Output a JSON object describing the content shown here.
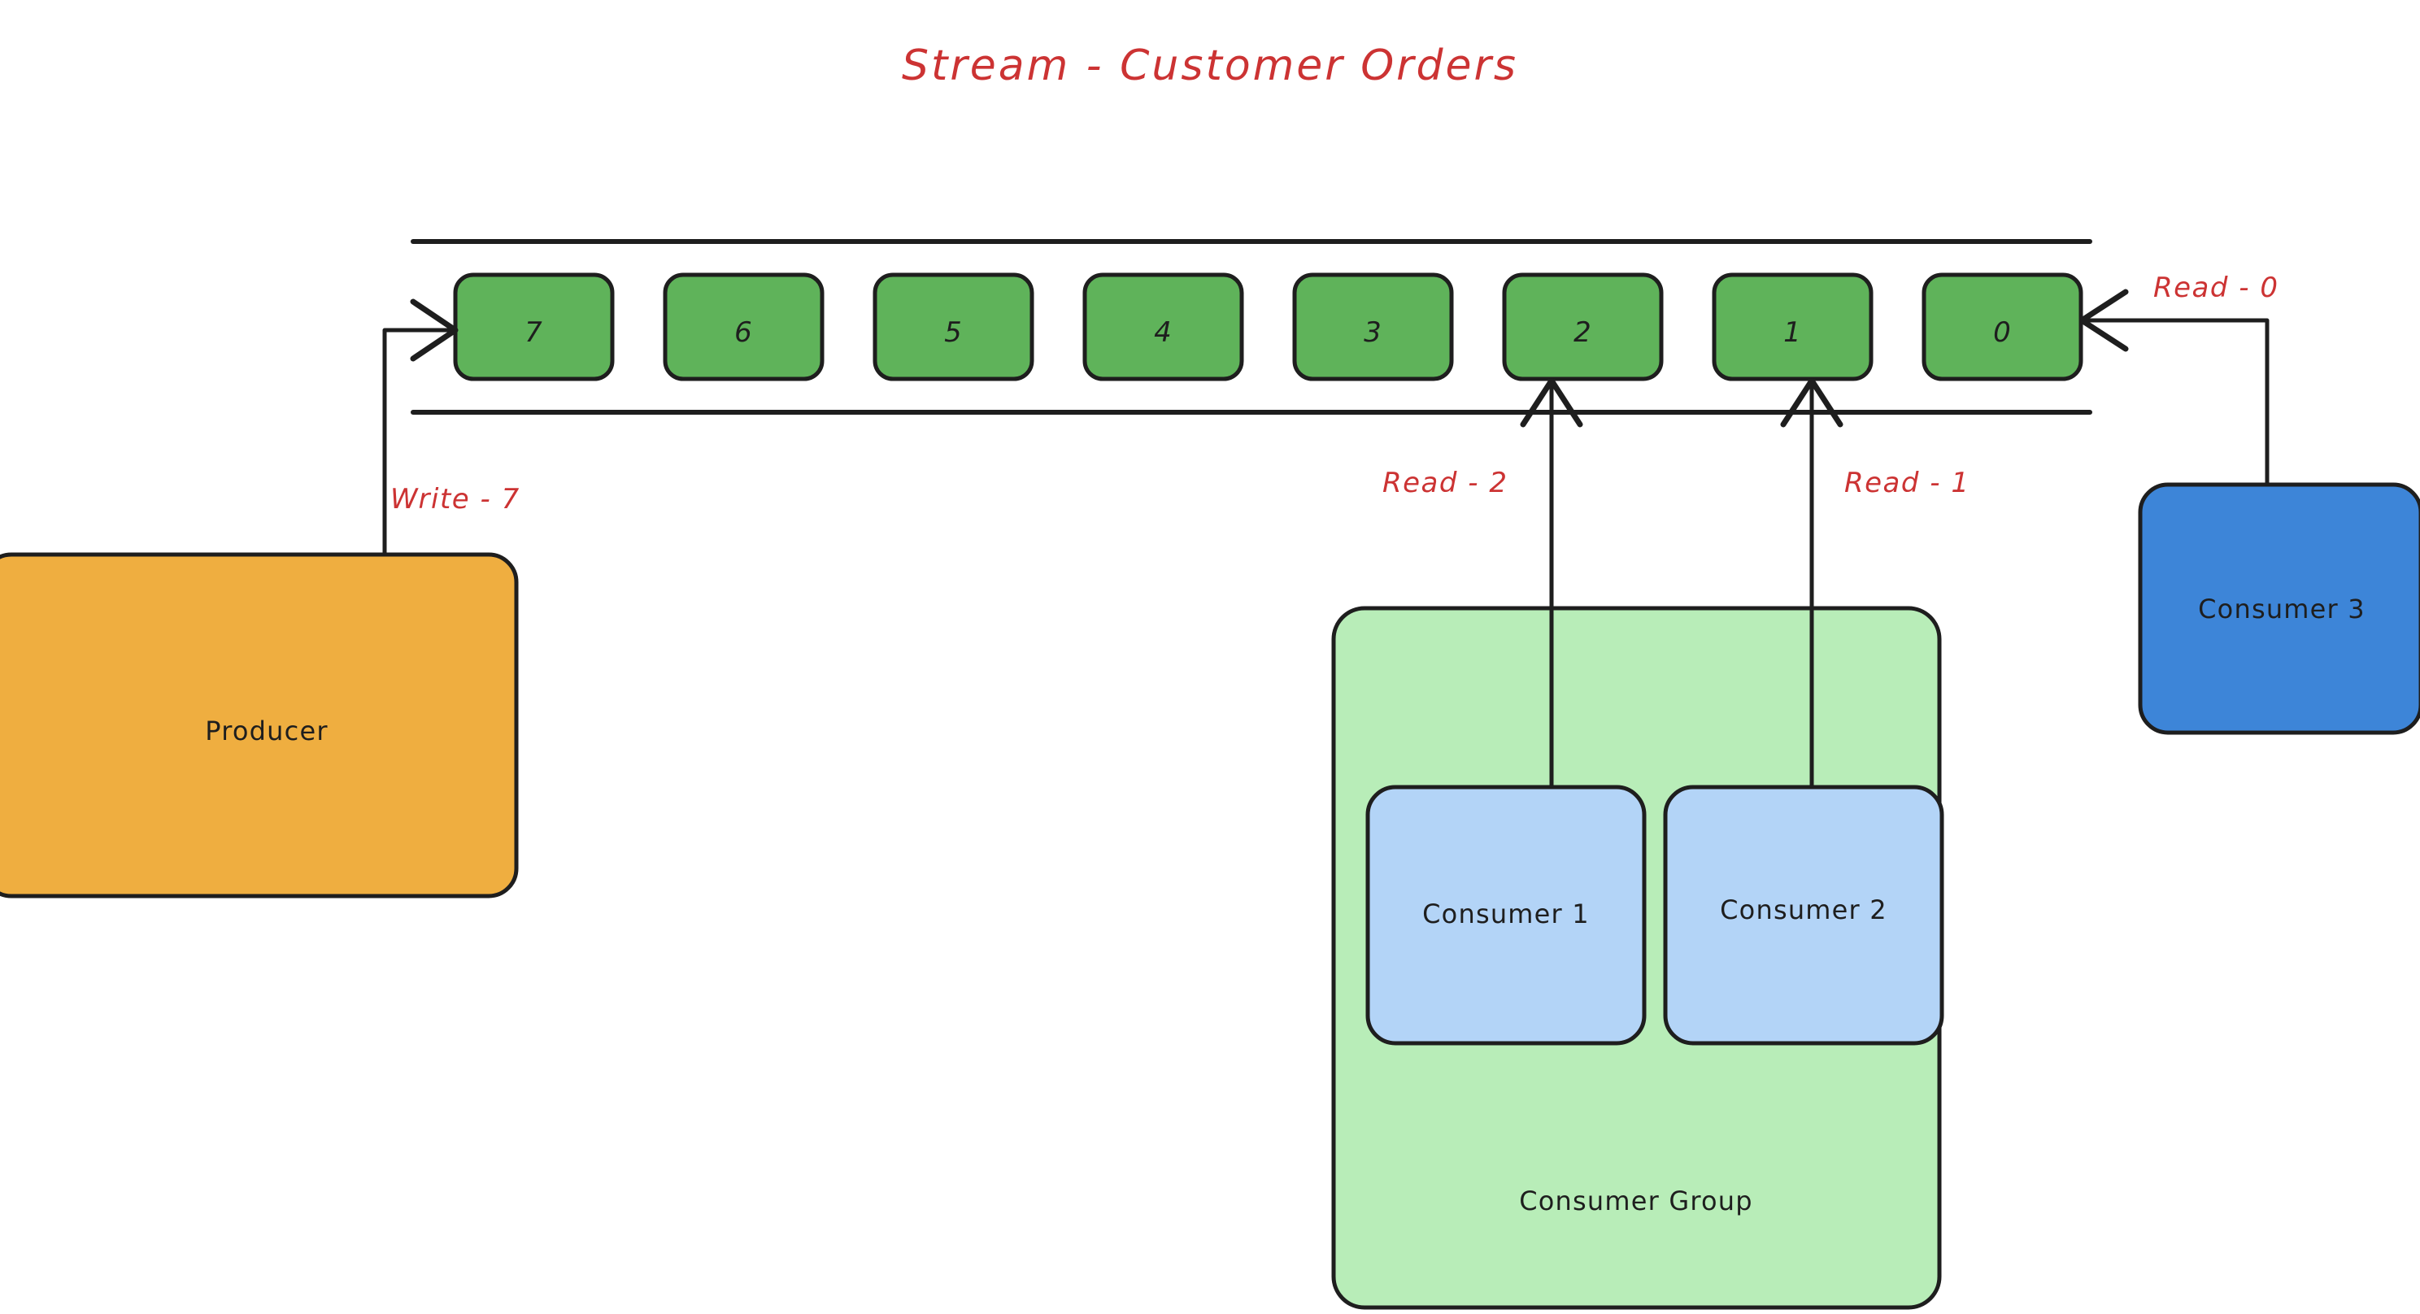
{
  "diagram": {
    "title": "Stream - Customer Orders",
    "title_color": "#cc3333",
    "background": "#ffffff",
    "stroke_color": "#1e1e1e"
  },
  "stream": {
    "name": "stream-rail",
    "cells": [
      {
        "label": "7"
      },
      {
        "label": "6"
      },
      {
        "label": "5"
      },
      {
        "label": "4"
      },
      {
        "label": "3"
      },
      {
        "label": "2"
      },
      {
        "label": "1"
      },
      {
        "label": "0"
      }
    ],
    "cell_fill": "#5FB35A",
    "cell_stroke": "#1e1e1e"
  },
  "nodes": {
    "producer": {
      "label": "Producer",
      "fill": "#EFAE40"
    },
    "consumer_group": {
      "label": "Consumer Group",
      "fill": "#B8EDB8"
    },
    "consumer1": {
      "label": "Consumer 1",
      "fill": "#B3D4F7"
    },
    "consumer2": {
      "label": "Consumer 2",
      "fill": "#B3D4F7"
    },
    "consumer3": {
      "label": "Consumer 3",
      "fill": "#3D85D8"
    }
  },
  "edges": [
    {
      "name": "write-edge",
      "label": "Write - 7",
      "from": "producer",
      "to": "cell-7"
    },
    {
      "name": "read2-edge",
      "label": "Read - 2",
      "from": "consumer1",
      "to": "cell-2"
    },
    {
      "name": "read1-edge",
      "label": "Read - 1",
      "from": "consumer2",
      "to": "cell-1"
    },
    {
      "name": "read0-edge",
      "label": "Read - 0",
      "from": "consumer3",
      "to": "cell-0"
    }
  ]
}
